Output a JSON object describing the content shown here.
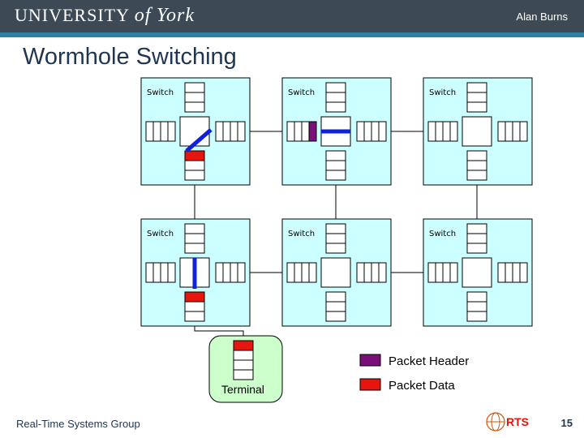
{
  "header": {
    "logo_main": "UNIVERSITY",
    "logo_of": "of",
    "logo_york": "York",
    "author": "Alan Burns"
  },
  "slide": {
    "title": "Wormhole Switching"
  },
  "switch_label": "Switch",
  "terminal": {
    "label": "Terminal"
  },
  "legend": [
    {
      "label": "Packet Header",
      "color": "#7a0f7a"
    },
    {
      "label": "Packet Data",
      "color": "#e8150f"
    }
  ],
  "colors": {
    "switch_bg": "#ccffff",
    "terminal_bg": "#ccffcc",
    "channel": "#1020e0",
    "header_bar": "#3d4a55",
    "stripe": "#2f7fa0"
  },
  "footer": {
    "group": "Real-Time Systems Group",
    "rts": "RTS",
    "page": "15"
  }
}
